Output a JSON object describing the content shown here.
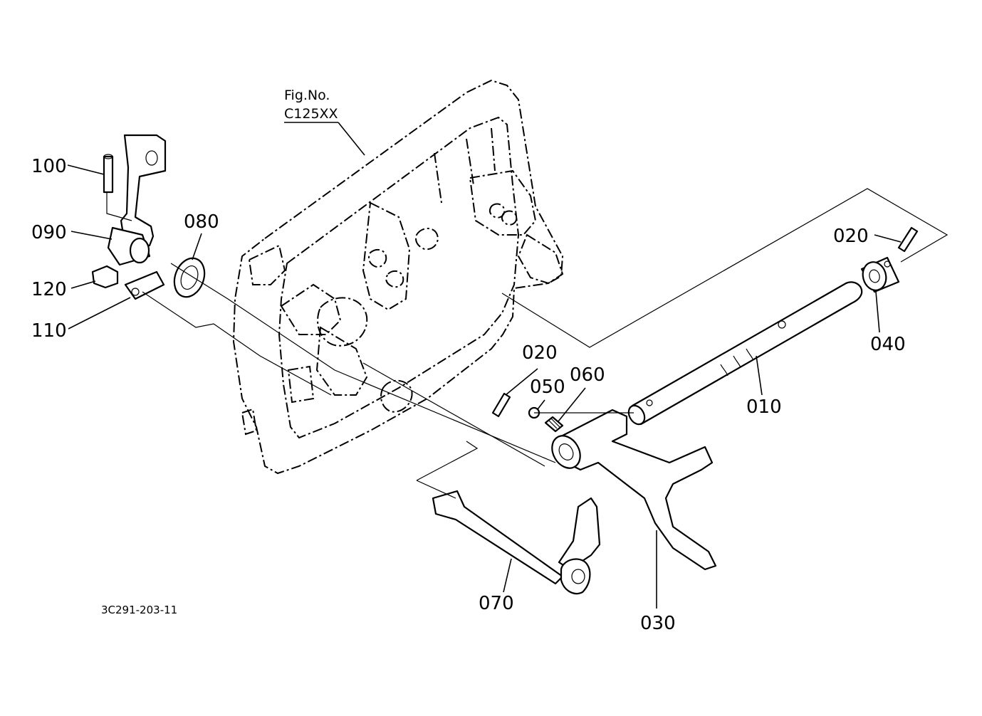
{
  "figure": {
    "fig_no_label": "Fig.No.",
    "fig_no_value": "C125XX",
    "drawing_code": "3C291-203-11"
  },
  "callouts": [
    {
      "id": "010",
      "text": "010"
    },
    {
      "id": "020a",
      "text": "020"
    },
    {
      "id": "020b",
      "text": "020"
    },
    {
      "id": "030",
      "text": "030"
    },
    {
      "id": "040",
      "text": "040"
    },
    {
      "id": "050",
      "text": "050"
    },
    {
      "id": "060",
      "text": "060"
    },
    {
      "id": "070",
      "text": "070"
    },
    {
      "id": "080",
      "text": "080"
    },
    {
      "id": "090",
      "text": "090"
    },
    {
      "id": "100",
      "text": "100"
    },
    {
      "id": "110",
      "text": "110"
    },
    {
      "id": "120",
      "text": "120"
    }
  ]
}
